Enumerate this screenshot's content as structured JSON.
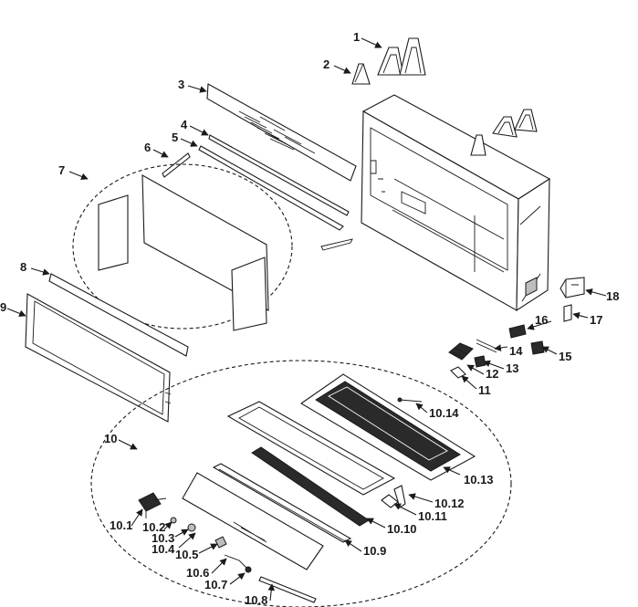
{
  "diagram": {
    "labels": [
      "1",
      "2",
      "3",
      "4",
      "5",
      "6",
      "7",
      "8",
      "9",
      "10",
      "11",
      "12",
      "13",
      "14",
      "15",
      "16",
      "17",
      "18",
      "10.1",
      "10.2",
      "10.3",
      "10.4",
      "10.5",
      "10.6",
      "10.7",
      "10.8",
      "10.9",
      "10.10",
      "10.11",
      "10.12",
      "10.13",
      "10.14"
    ]
  }
}
